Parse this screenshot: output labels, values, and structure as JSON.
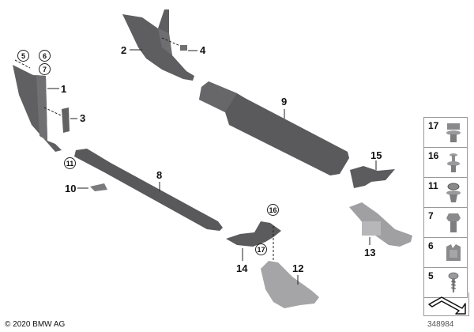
{
  "diagram": {
    "type": "exploded-parts-diagram",
    "subject": "Interior trim panels / sill covers with fasteners",
    "callouts": [
      {
        "id": "1",
        "label": "1"
      },
      {
        "id": "2",
        "label": "2"
      },
      {
        "id": "3",
        "label": "3"
      },
      {
        "id": "4",
        "label": "4"
      },
      {
        "id": "8",
        "label": "8"
      },
      {
        "id": "9",
        "label": "9"
      },
      {
        "id": "10",
        "label": "10"
      },
      {
        "id": "12",
        "label": "12"
      },
      {
        "id": "13",
        "label": "13"
      },
      {
        "id": "14",
        "label": "14"
      },
      {
        "id": "15",
        "label": "15"
      }
    ],
    "circled_refs": [
      {
        "label": "5"
      },
      {
        "label": "6"
      },
      {
        "label": "7"
      },
      {
        "label": "11"
      },
      {
        "label": "16"
      },
      {
        "label": "17"
      }
    ],
    "legend": [
      {
        "num": "17",
        "icon": "clip-nut-icon"
      },
      {
        "num": "16",
        "icon": "push-pin-icon"
      },
      {
        "num": "11",
        "icon": "expanding-rivet-icon"
      },
      {
        "num": "7",
        "icon": "hex-bolt-icon"
      },
      {
        "num": "6",
        "icon": "spring-clip-icon"
      },
      {
        "num": "5",
        "icon": "tapping-screw-icon"
      }
    ],
    "orientation_arrow": "direction-arrow-icon",
    "document_number": "348984",
    "copyright": "© 2020 BMW AG"
  },
  "colors": {
    "part_dark": "#5a5a5c",
    "part_mid": "#7a7a7c",
    "part_light": "#a9a9ab",
    "line": "#222222",
    "legend_border": "#999999"
  }
}
